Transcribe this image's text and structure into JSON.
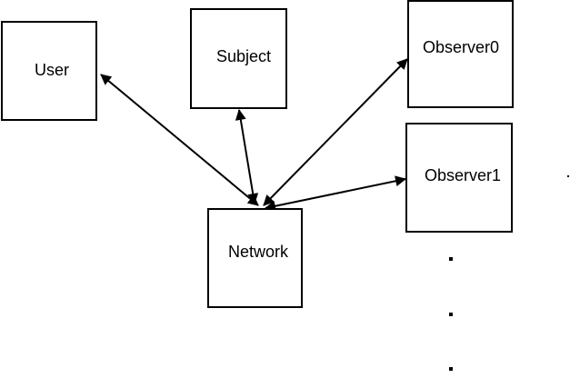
{
  "diagram": {
    "nodes": {
      "user": {
        "label": "User"
      },
      "subject": {
        "label": "Subject"
      },
      "observer0": {
        "label": "Observer0"
      },
      "observer1": {
        "label": "Observer1"
      },
      "network": {
        "label": "Network"
      }
    },
    "edges": [
      {
        "from": "network",
        "to": "user",
        "arrow": "both"
      },
      {
        "from": "network",
        "to": "subject",
        "arrow": "both"
      },
      {
        "from": "network",
        "to": "observer0",
        "arrow": "both"
      },
      {
        "from": "network",
        "to": "observer1",
        "arrow": "both"
      }
    ],
    "continuation": "more observers (vertical ellipsis)"
  }
}
